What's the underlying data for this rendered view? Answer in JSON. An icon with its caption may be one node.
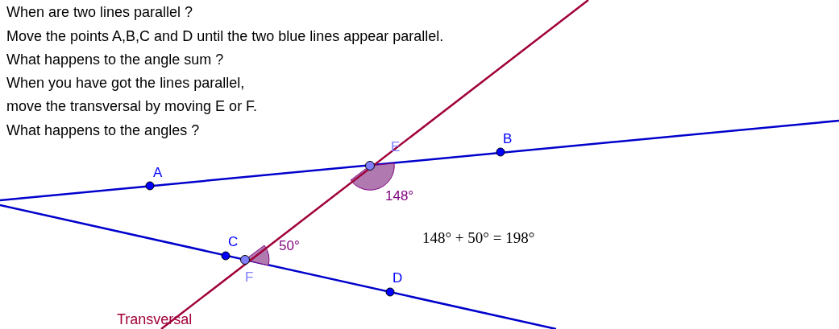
{
  "diagram": {
    "labels": [
      "When are two lines parallel ?",
      "Move the points A,B,C and D until the two blue lines appear parallel.",
      "What happens to the angle sum ?",
      "When you have got the lines parallel,",
      "move the transversal by moving E or F.",
      "What happens to the angles ?",
      "B",
      "E",
      "A",
      "148°",
      "C",
      "50°",
      "148° + 50° = 198°",
      "F",
      "D",
      "Transversal"
    ]
  }
}
